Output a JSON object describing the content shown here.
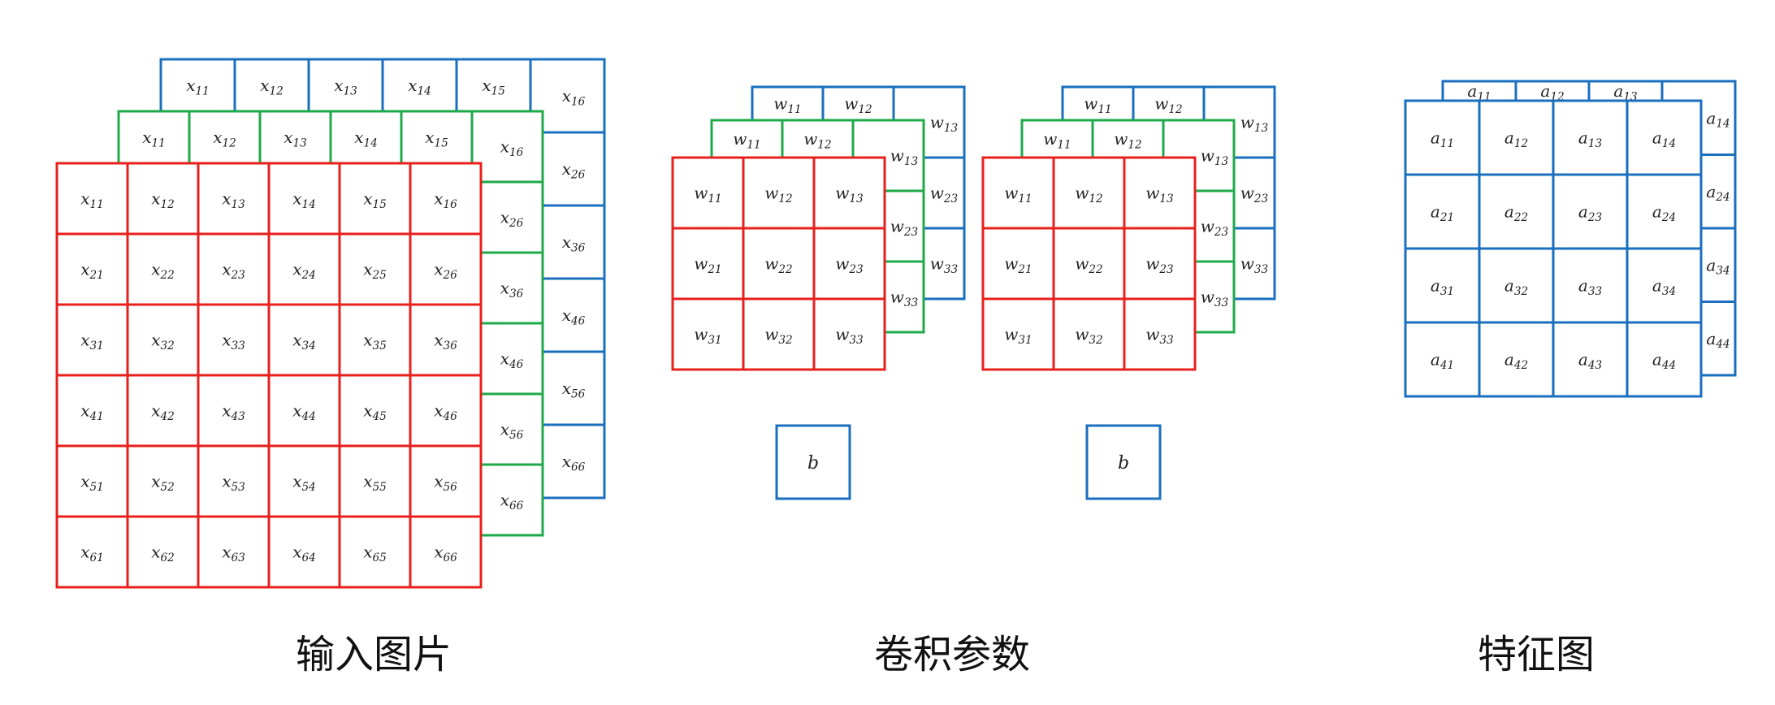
{
  "colors": {
    "red": "#e8201c",
    "green": "#1faa4a",
    "blue": "#1a6fbf"
  },
  "input_image": {
    "caption": "输入图片",
    "var": "x",
    "rows": 6,
    "cols": 6,
    "layers": [
      "blue",
      "green",
      "red"
    ]
  },
  "conv_params": {
    "caption": "卷积参数",
    "var": "w",
    "rows": 3,
    "cols": 3,
    "filters": [
      {
        "layers": [
          "blue",
          "green",
          "red"
        ],
        "bias": "b"
      },
      {
        "layers": [
          "blue",
          "green",
          "red"
        ],
        "bias": "b"
      }
    ]
  },
  "feature_map": {
    "caption": "特征图",
    "var": "a",
    "rows": 4,
    "cols": 4,
    "layers": [
      "blue",
      "blue"
    ]
  }
}
